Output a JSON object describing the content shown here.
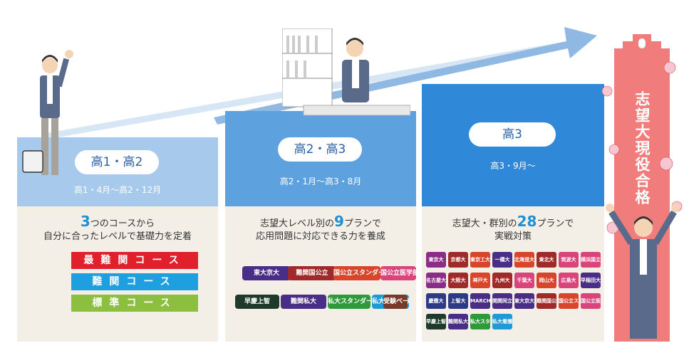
{
  "stages": [
    {
      "pill": "高1・高2",
      "period": "高1・4月〜高2・12月"
    },
    {
      "pill": "高2・高3",
      "period": "高2・1月〜高3・8月"
    },
    {
      "pill": "高3",
      "period": "高3・9月〜"
    }
  ],
  "goal": "志望大現役合格",
  "panel1": {
    "num": "3",
    "line1_rest": "つのコースから",
    "line2": "自分に合ったレベルで基礎力を定着"
  },
  "courses": [
    "最難関コース",
    "難関コース",
    "標準コース"
  ],
  "panel2": {
    "line1_pre": "志望大レベル別の",
    "num": "9",
    "line1_post": "プランで",
    "line2": "応用問題に対応できる力を養成"
  },
  "plans9": [
    "東大京大",
    "難関国公立",
    "国公立スタンダード",
    "国公立医学部",
    "早慶上智",
    "難関私大",
    "私大スタンダード",
    "私大看護医療技術",
    "受験ベーシック"
  ],
  "panel3": {
    "line1_pre": "志望大・群別の",
    "num": "28",
    "line1_post": "プランで",
    "line2": "実戦対策"
  },
  "plans28": [
    "東京大",
    "京都大",
    "東京工大",
    "一橋大",
    "北海道大",
    "東北大",
    "筑波大",
    "横浜国立大",
    "名古屋大",
    "大阪大",
    "神戸大",
    "九州大",
    "千葉大",
    "岡山大",
    "広島大",
    "早稲田大",
    "慶應大",
    "上智大",
    "MARCH",
    "関関同立",
    "東大京大",
    "難関国公立",
    "国公立スタ",
    "国公立医学",
    "早慶上智",
    "難関私大",
    "私大スタ",
    "私大看護"
  ],
  "colors": {
    "stage1": "#a7c9ec",
    "stage2": "#5da1df",
    "stage3": "#2f88d8",
    "goal": "#f07c7c",
    "course1": "#e0202a",
    "course2": "#1ea0e0",
    "course3": "#8cbf3f"
  }
}
